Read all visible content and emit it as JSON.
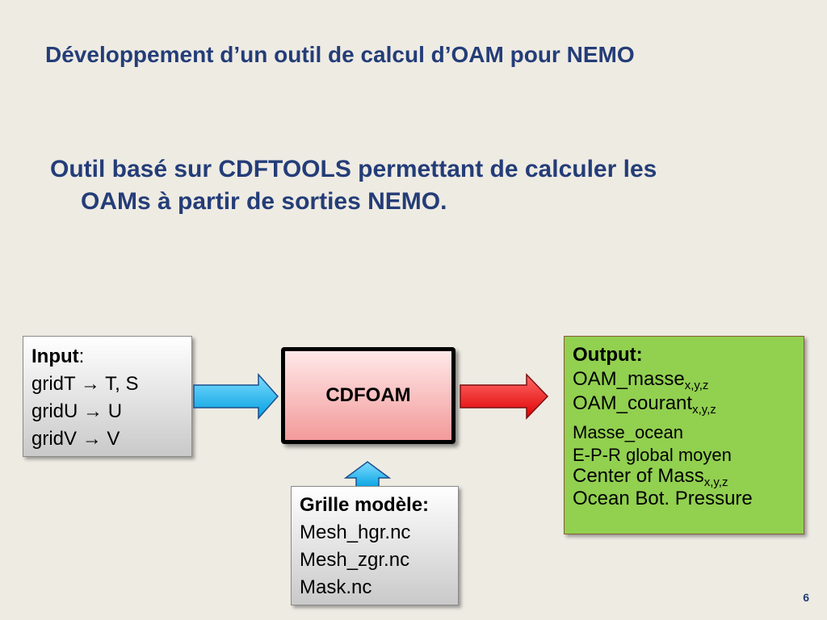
{
  "slide": {
    "title": "Développement d’un outil de calcul d’OAM pour NEMO",
    "bullet_line1": "Outil basé sur CDFTOOLS permettant de calculer les",
    "bullet_line2": "OAMs à partir de sorties NEMO.",
    "page_number": "6"
  },
  "input_box": {
    "heading": "Input",
    "heading_suffix": ":",
    "rows": [
      {
        "left": "gridT",
        "arrow": "→",
        "right": "T, S"
      },
      {
        "left": "gridU",
        "arrow": "→",
        "right": "U"
      },
      {
        "left": "gridV",
        "arrow": "→",
        "right": "V"
      }
    ]
  },
  "process_box": {
    "label": "CDFOAM"
  },
  "grille_box": {
    "heading": "Grille modèle:",
    "files": [
      "Mesh_hgr.nc",
      "Mesh_zgr.nc",
      "Mask.nc"
    ]
  },
  "output_box": {
    "heading": "Output:",
    "oam_masse": "OAM_masse",
    "oam_masse_sub": "x,y,z",
    "oam_courant": "OAM_courant",
    "oam_courant_sub": "x,y,z",
    "masse_ocean": "Masse_ocean",
    "epr": "E-P-R global moyen",
    "center_mass": "Center of Mass",
    "center_mass_sub": "x,y,z",
    "ocean_bot": "Ocean Bot. Pressure"
  },
  "colors": {
    "title": "#243d78",
    "background": "#eeebe3",
    "output_fill": "#92d050",
    "input_arrow": "#00b0f0",
    "output_arrow": "#ff0000",
    "process_fill": "#f39a9a"
  }
}
